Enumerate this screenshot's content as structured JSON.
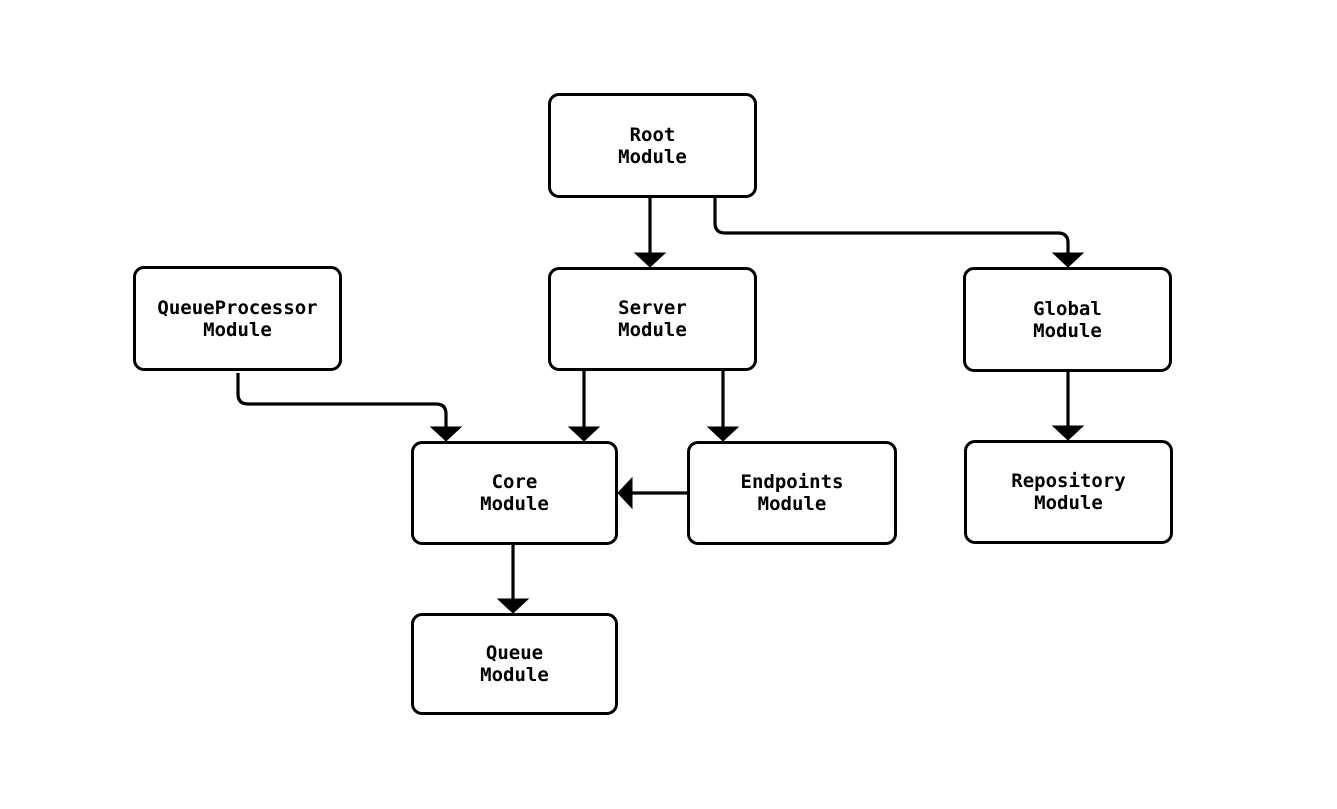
{
  "diagram": {
    "type": "flowchart",
    "background_color": "#ffffff",
    "node_fill_color": "#ffffff",
    "node_border_color": "#000000",
    "edge_color": "#000000",
    "text_color": "#000000",
    "nodes": [
      {
        "id": "root",
        "label": "Root\nModule"
      },
      {
        "id": "queue_processor",
        "label": "QueueProcessor\nModule"
      },
      {
        "id": "server",
        "label": "Server\nModule"
      },
      {
        "id": "global",
        "label": "Global\nModule"
      },
      {
        "id": "core",
        "label": "Core\nModule"
      },
      {
        "id": "endpoints",
        "label": "Endpoints\nModule"
      },
      {
        "id": "repository",
        "label": "Repository\nModule"
      },
      {
        "id": "queue",
        "label": "Queue\nModule"
      }
    ],
    "edges": [
      {
        "from": "root",
        "to": "server"
      },
      {
        "from": "root",
        "to": "global"
      },
      {
        "from": "queue_processor",
        "to": "core"
      },
      {
        "from": "server",
        "to": "core"
      },
      {
        "from": "server",
        "to": "endpoints"
      },
      {
        "from": "endpoints",
        "to": "core"
      },
      {
        "from": "global",
        "to": "repository"
      },
      {
        "from": "core",
        "to": "queue"
      }
    ]
  }
}
